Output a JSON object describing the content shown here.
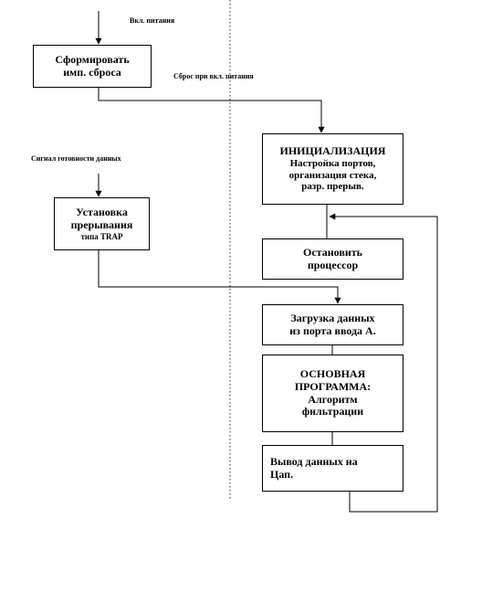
{
  "diagram": {
    "labels": {
      "power_on": "Вкл. питания",
      "reset_on_power": "Сброс при вкл. питания",
      "data_ready": "Сигнал готовности данных"
    },
    "boxes": {
      "form_reset": [
        "Сформировать",
        "имп. сброса"
      ],
      "trap_setup": [
        "Установка",
        "прерывания",
        "типа TRAP"
      ],
      "init": [
        "ИНИЦИАЛИЗАЦИЯ",
        "Настройка портов,",
        "организация стека,",
        "разр. прерыв."
      ],
      "stop_cpu": [
        "Остановить",
        "процессор"
      ],
      "load_data": [
        "Загрузка данных",
        "из порта ввода А."
      ],
      "main_program": [
        "ОСНОВНАЯ",
        "ПРОГРАММА:",
        "Алгоритм",
        "фильтрации"
      ],
      "output_dac": [
        "Вывод данных на",
        "Цап."
      ]
    },
    "colors": {
      "line": "#000000",
      "box_border": "#000000",
      "background": "#ffffff"
    }
  }
}
